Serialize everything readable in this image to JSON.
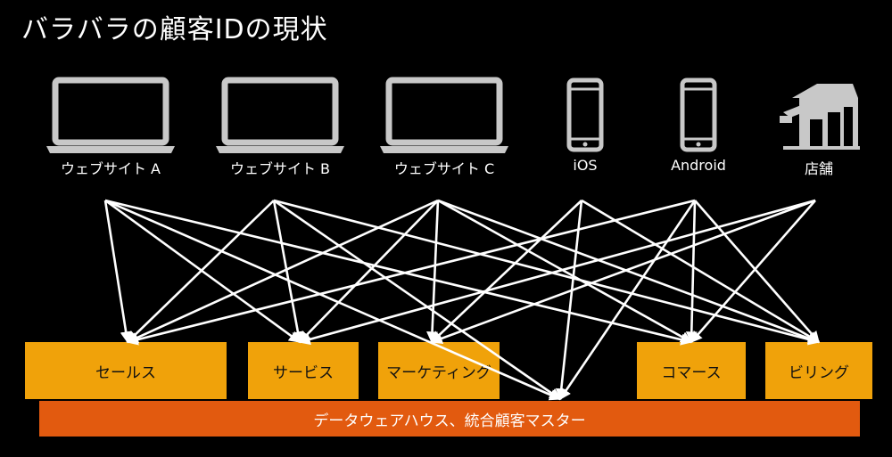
{
  "title": "バラバラの顧客IDの現状",
  "devices": [
    {
      "label": "ウェブサイト A",
      "icon": "laptop-icon"
    },
    {
      "label": "ウェブサイト B",
      "icon": "laptop-icon"
    },
    {
      "label": "ウェブサイト C",
      "icon": "laptop-icon"
    },
    {
      "label": "iOS",
      "icon": "smartphone-icon"
    },
    {
      "label": "Android",
      "icon": "smartphone-icon"
    },
    {
      "label": "店舗",
      "icon": "store-icon"
    }
  ],
  "systems": [
    "セールス",
    "サービス",
    "マーケティング",
    "コマース",
    "ビリング"
  ],
  "warehouse": "データウェアハウス、統合顧客マスター",
  "colors": {
    "system_box": "#F0A20A",
    "warehouse_bar": "#E25A0F",
    "icon": "#C8C8C8",
    "arrow": "#FFFFFF"
  }
}
